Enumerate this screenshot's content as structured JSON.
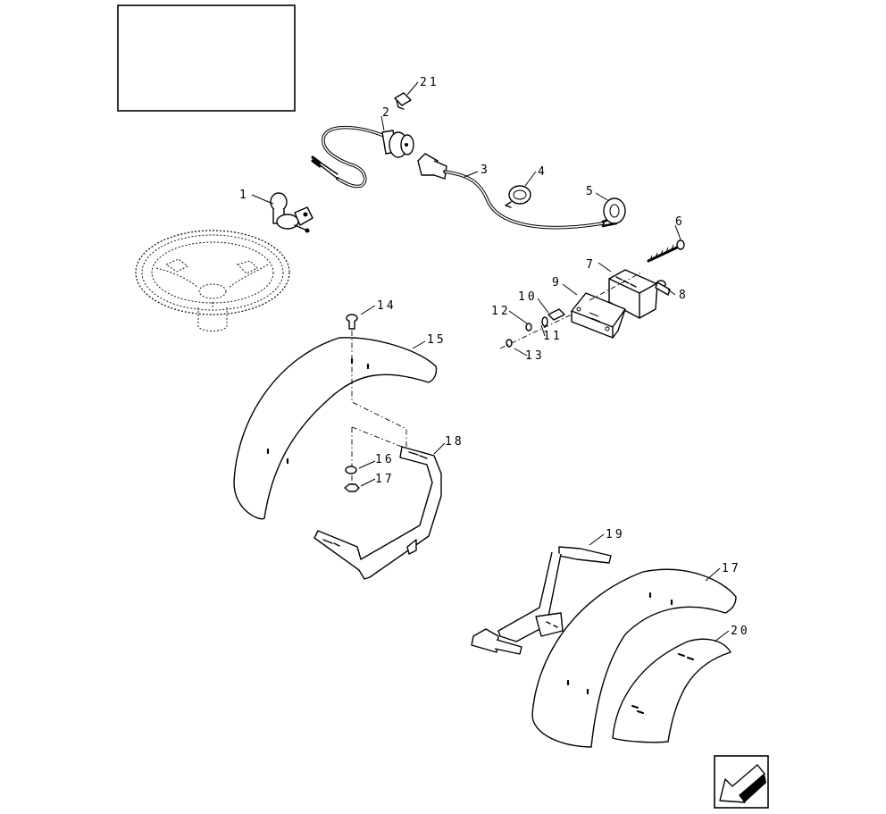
{
  "title_box_text": "",
  "callouts": [
    {
      "id": "c1",
      "label": "1"
    },
    {
      "id": "c2",
      "label": "2"
    },
    {
      "id": "c3",
      "label": "3"
    },
    {
      "id": "c4",
      "label": "4"
    },
    {
      "id": "c5",
      "label": "5"
    },
    {
      "id": "c6",
      "label": "6"
    },
    {
      "id": "c7",
      "label": "7"
    },
    {
      "id": "c8",
      "label": "8"
    },
    {
      "id": "c9",
      "label": "9"
    },
    {
      "id": "c10",
      "label": "10"
    },
    {
      "id": "c11",
      "label": "11"
    },
    {
      "id": "c12",
      "label": "12"
    },
    {
      "id": "c13",
      "label": "13"
    },
    {
      "id": "c14",
      "label": "14"
    },
    {
      "id": "c15",
      "label": "15"
    },
    {
      "id": "c16",
      "label": "16"
    },
    {
      "id": "c17a",
      "label": "17"
    },
    {
      "id": "c18",
      "label": "18"
    },
    {
      "id": "c19",
      "label": "19"
    },
    {
      "id": "c17b",
      "label": "17"
    },
    {
      "id": "c20",
      "label": "20"
    },
    {
      "id": "c21",
      "label": "21"
    }
  ],
  "icons": {
    "nav": "arrow-back-icon"
  },
  "colors": {
    "line": "#000000",
    "paper": "#ffffff"
  }
}
